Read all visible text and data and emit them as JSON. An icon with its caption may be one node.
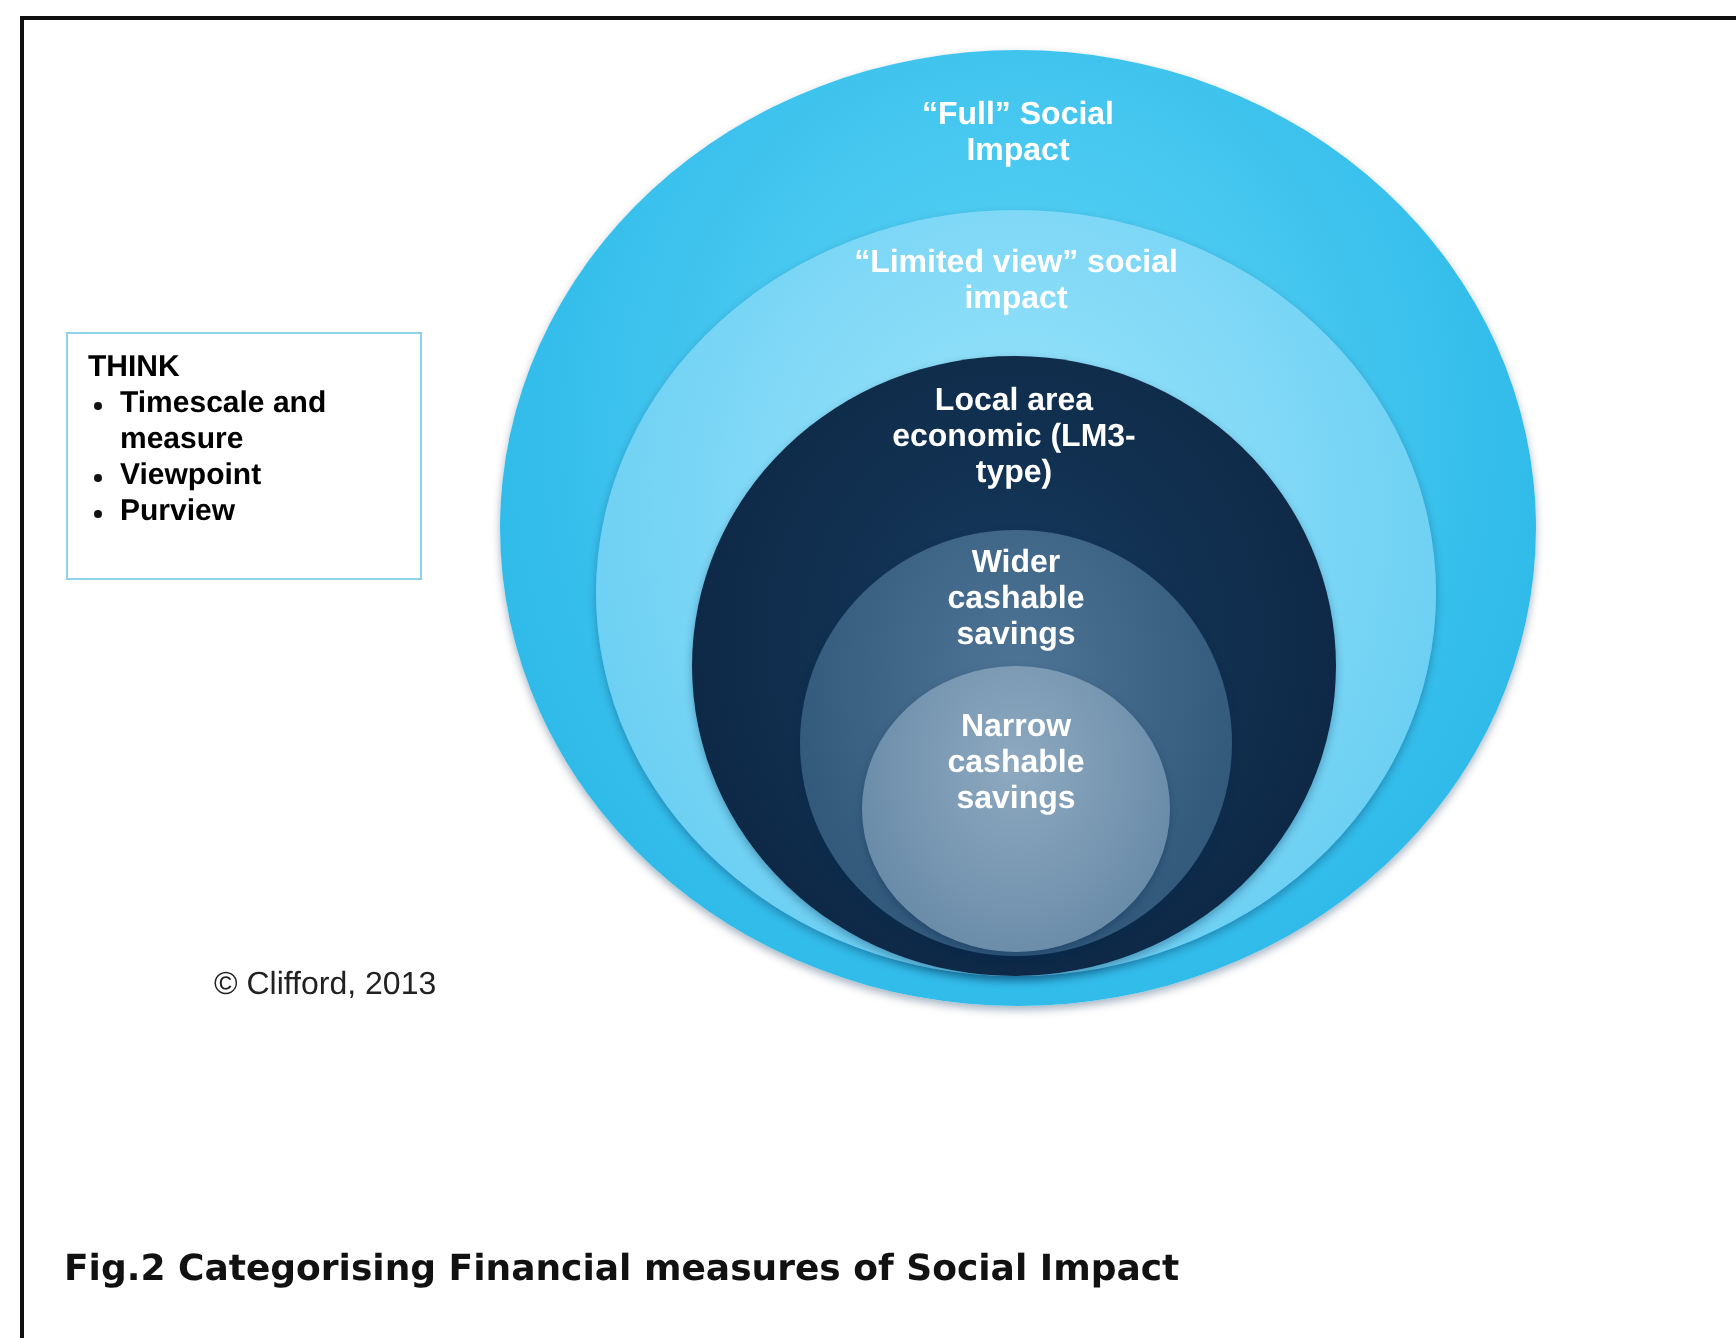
{
  "diagram": {
    "caption": "Fig.2  Categorising Financial measures of Social Impact",
    "nodes": [
      {
        "text": [
          "THINK",
          "Timescale and measure",
          "Viewpoint",
          "Purview"
        ]
      },
      {
        "text": [
          "“Full” Social Impact"
        ]
      },
      {
        "text": [
          "“Limited view” social impact"
        ],
        "in": 1
      },
      {
        "text": [
          "Local area economic (LM3-type)"
        ],
        "in": 2
      },
      {
        "text": [
          "Wider cashable savings"
        ],
        "in": 3
      },
      {
        "text": [
          "Narrow cashable savings"
        ],
        "in": 4
      }
    ],
    "edges": [],
    "labels": [
      "© Clifford, 2013"
    ]
  }
}
